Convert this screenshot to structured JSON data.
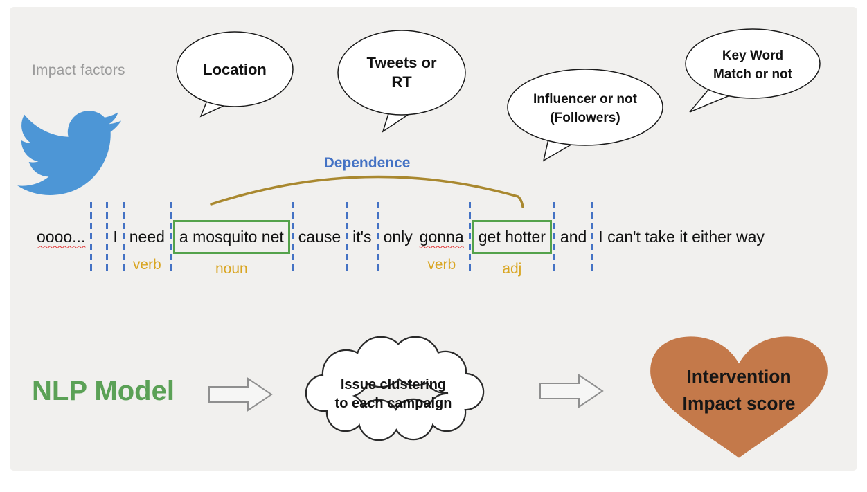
{
  "impact_factors": {
    "label": "Impact factors"
  },
  "bubbles": [
    {
      "name": "location",
      "lines": [
        "Location"
      ]
    },
    {
      "name": "tweets-or-rt",
      "lines": [
        "Tweets or",
        "RT"
      ]
    },
    {
      "name": "influencer",
      "lines": [
        "Influencer or not",
        "(Followers)"
      ]
    },
    {
      "name": "keyword-match",
      "lines": [
        "Key Word",
        "Match or not"
      ]
    }
  ],
  "dependence": {
    "label": "Dependence"
  },
  "sentence": {
    "full_text": "oooo... I need a mosquito net cause it's only gonna get hotter and I can't take it either way",
    "items": [
      {
        "type": "token",
        "text": "oooo...",
        "squiggle": true
      },
      {
        "type": "sep"
      },
      {
        "type": "gap",
        "width": 16
      },
      {
        "type": "sep"
      },
      {
        "type": "token",
        "text": "I"
      },
      {
        "type": "sep"
      },
      {
        "type": "token",
        "text": "need",
        "pos": "verb"
      },
      {
        "type": "sep"
      },
      {
        "type": "token",
        "text": "a mosquito net",
        "box": true,
        "pos": "noun"
      },
      {
        "type": "sep"
      },
      {
        "type": "token",
        "text": "cause"
      },
      {
        "type": "sep"
      },
      {
        "type": "token",
        "text": "it's"
      },
      {
        "type": "sep"
      },
      {
        "type": "token",
        "text": "only"
      },
      {
        "type": "token",
        "text": "gonna",
        "squiggle": true,
        "pos": "verb"
      },
      {
        "type": "sep"
      },
      {
        "type": "token",
        "text": "get hotter",
        "box": true,
        "pos": "adj"
      },
      {
        "type": "sep"
      },
      {
        "type": "token",
        "text": "and"
      },
      {
        "type": "sep"
      },
      {
        "type": "token",
        "text": "I can't take it either way"
      }
    ]
  },
  "nlp_model": {
    "label": "NLP Model"
  },
  "cloud": {
    "lines": [
      "Issue clustering",
      "to each campaign"
    ]
  },
  "heart": {
    "lines": [
      "Intervention",
      "Impact score"
    ]
  },
  "colors": {
    "background": "#F1F0EE",
    "separator_blue": "#4472C4",
    "box_green": "#54A24B",
    "pos_gold": "#D9A521",
    "dependence_blue": "#4472C4",
    "arc_gold": "#A9882F",
    "heart_fill": "#C4794A",
    "nlp_green": "#5BA156",
    "twitter_blue": "#4D96D6",
    "impact_factors_gray": "#9B9B9B"
  }
}
